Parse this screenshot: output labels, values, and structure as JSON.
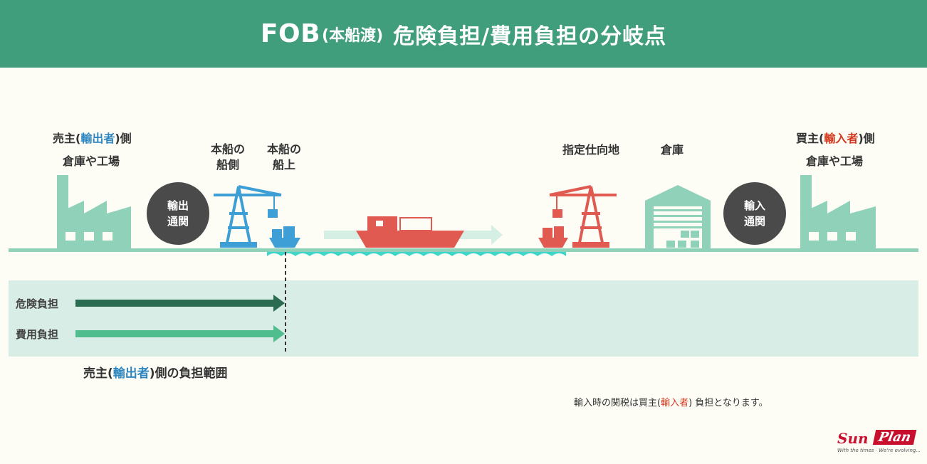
{
  "header": {
    "title_main": "FOB",
    "title_paren": "(本船渡)",
    "title_rest": "危険負担/費用負担の分岐点"
  },
  "seller": {
    "line1_pre": "売主(",
    "line1_em": "輸出者",
    "line1_post": ")側",
    "line2": "倉庫や工場"
  },
  "ship_side": {
    "line1": "本船の",
    "line2": "船側"
  },
  "on_board": {
    "line1": "本船の",
    "line2": "船上"
  },
  "destination": "指定仕向地",
  "warehouse": "倉庫",
  "buyer": {
    "line1_pre": "買主(",
    "line1_em": "輸入者",
    "line1_post": ")側",
    "line2": "倉庫や工場"
  },
  "export_clearance": {
    "line1": "輸出",
    "line2": "通関"
  },
  "import_clearance": {
    "line1": "輸入",
    "line2": "通関"
  },
  "rows": {
    "risk": "危険負担",
    "cost": "費用負担"
  },
  "scope": {
    "pre": "売主(",
    "em": "輸出者",
    "post": ")側の負担範囲"
  },
  "note": {
    "pre": "輸入時の関税は買主(",
    "em": "輸入者",
    "post": ") 負担となります。"
  },
  "logo": {
    "sun": "Sun",
    "plan": "Plan",
    "tagline": "With the times · We're evolving..."
  },
  "colors": {
    "header": "#419e7d",
    "factory": "#8fd1b9",
    "crane_blue": "#3d9fd6",
    "crane_red": "#e05a52",
    "ship_red": "#e05a52",
    "water": "#3ed6c9",
    "risk_arrow": "#2b6b51",
    "cost_arrow": "#50bd8f",
    "exporter_blue": "#2e86c1",
    "importer_red": "#d4381f"
  }
}
